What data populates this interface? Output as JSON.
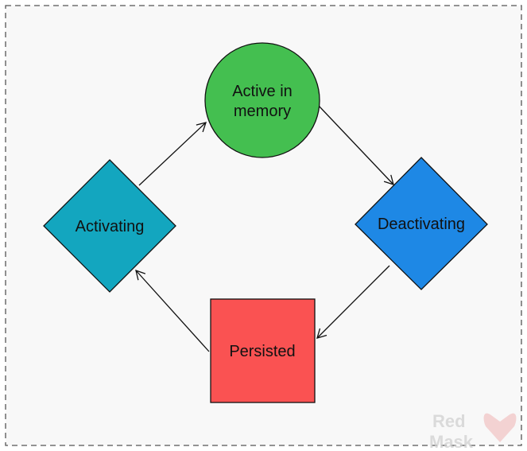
{
  "diagram": {
    "nodes": [
      {
        "id": "active",
        "shape": "circle",
        "lines": [
          "Active in",
          "memory"
        ],
        "color": "#44BF50"
      },
      {
        "id": "deactivating",
        "shape": "diamond",
        "lines": [
          "Deactivating"
        ],
        "color": "#1E88E5"
      },
      {
        "id": "persisted",
        "shape": "square",
        "lines": [
          "Persisted"
        ],
        "color": "#FA5252"
      },
      {
        "id": "activating",
        "shape": "diamond",
        "lines": [
          "Activating"
        ],
        "color": "#13A6BF"
      }
    ],
    "edges": [
      {
        "from": "activating",
        "to": "active"
      },
      {
        "from": "active",
        "to": "deactivating"
      },
      {
        "from": "deactivating",
        "to": "persisted"
      },
      {
        "from": "persisted",
        "to": "activating"
      }
    ]
  },
  "watermark": {
    "line1": "Red",
    "line2": "Mask"
  },
  "colors": {
    "background": "#F8F8F8",
    "frame_border": "#555555",
    "edge": "#111111",
    "watermark": "#D0D0D0"
  }
}
